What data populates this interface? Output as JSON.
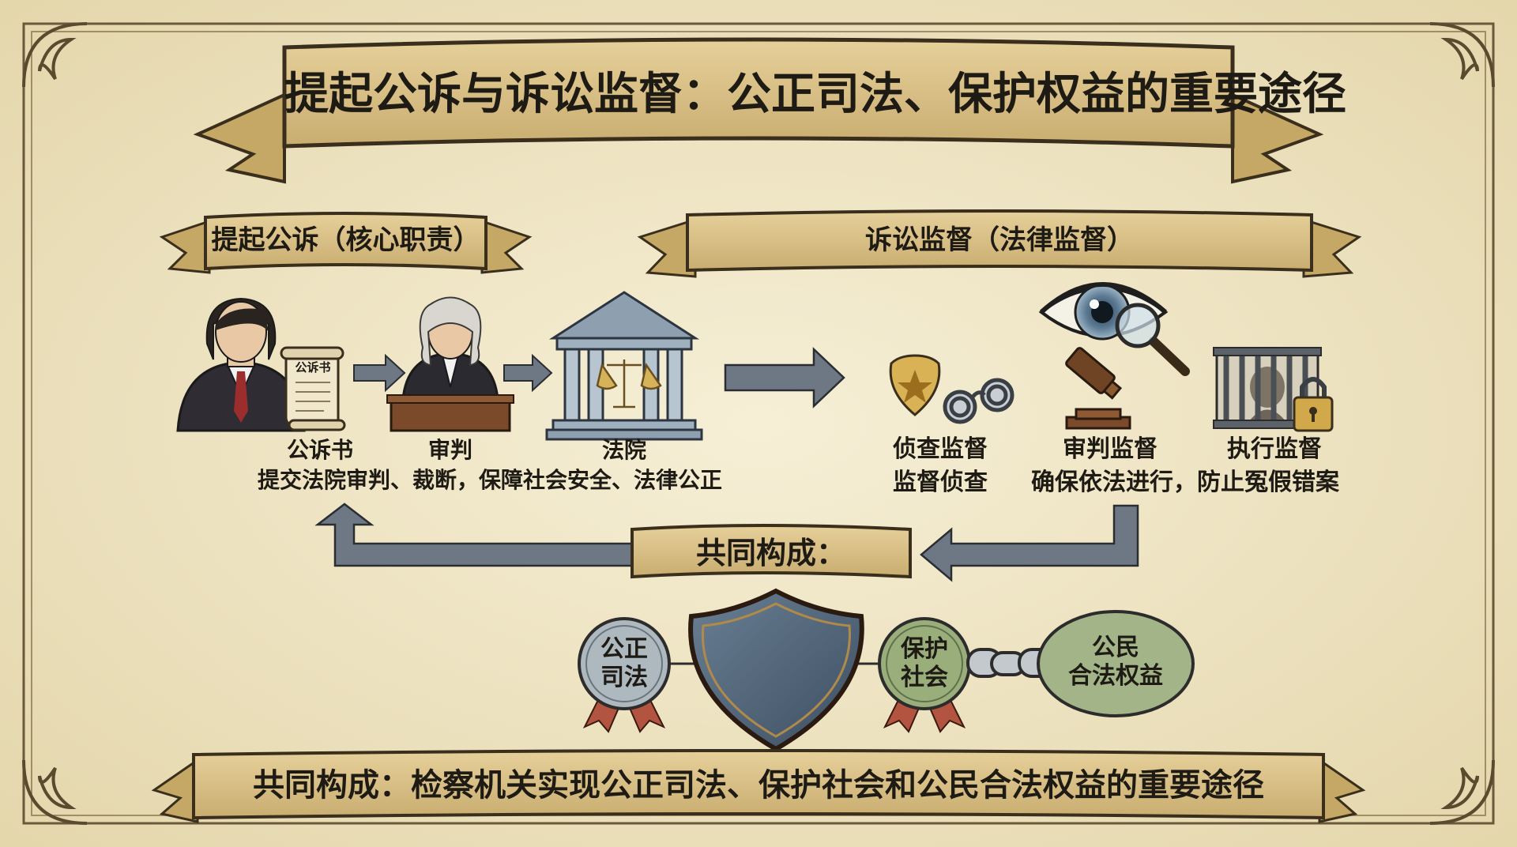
{
  "title": "提起公诉与诉讼监督：公正司法、保护权益的重要途径",
  "left_section": {
    "banner": "提起公诉（核心职责）",
    "doc_label": "公诉书",
    "nodes": [
      {
        "label": "公诉书"
      },
      {
        "label": "审判"
      },
      {
        "label": "法院"
      }
    ],
    "description": "提交法院审判、裁断，保障社会安全、法律公正"
  },
  "right_section": {
    "banner": "诉讼监督（法律监督）",
    "nodes": [
      {
        "label": "侦查监督",
        "desc": "监督侦查"
      },
      {
        "label": "审判监督",
        "desc": "确保依法进行，防止冤假错案"
      },
      {
        "label": "执行监督",
        "desc": ""
      }
    ]
  },
  "middle_banner": "共同构成：",
  "outcomes": [
    {
      "label": "公正\n司法",
      "line1": "公正",
      "line2": "司法"
    },
    {
      "label": "保护\n社会",
      "line1": "保护",
      "line2": "社会"
    },
    {
      "label": "公民\n合法权益",
      "line1": "公民",
      "line2": "合法权益"
    }
  ],
  "bottom_banner": "共同构成：检察机关实现公正司法、保护社会和公民合法权益的重要途径",
  "colors": {
    "background": "#efe6c8",
    "ribbon": "#d9c089",
    "ribbon_dark": "#b89b5e",
    "arrow": "#6e7884",
    "shield": "#4f6378",
    "medal_blue": "#aeb8bf",
    "medal_green": "#9aae7c",
    "ribbon_red": "#b35440"
  },
  "icons": [
    "prosecutor-icon",
    "indictment-scroll-icon",
    "judge-icon",
    "court-building-icon",
    "police-badge-icon",
    "handcuffs-icon",
    "eye-icon",
    "magnifier-icon",
    "gavel-icon",
    "jail-bars-icon",
    "padlock-icon",
    "shield-icon",
    "chain-icon",
    "medal-icon"
  ]
}
